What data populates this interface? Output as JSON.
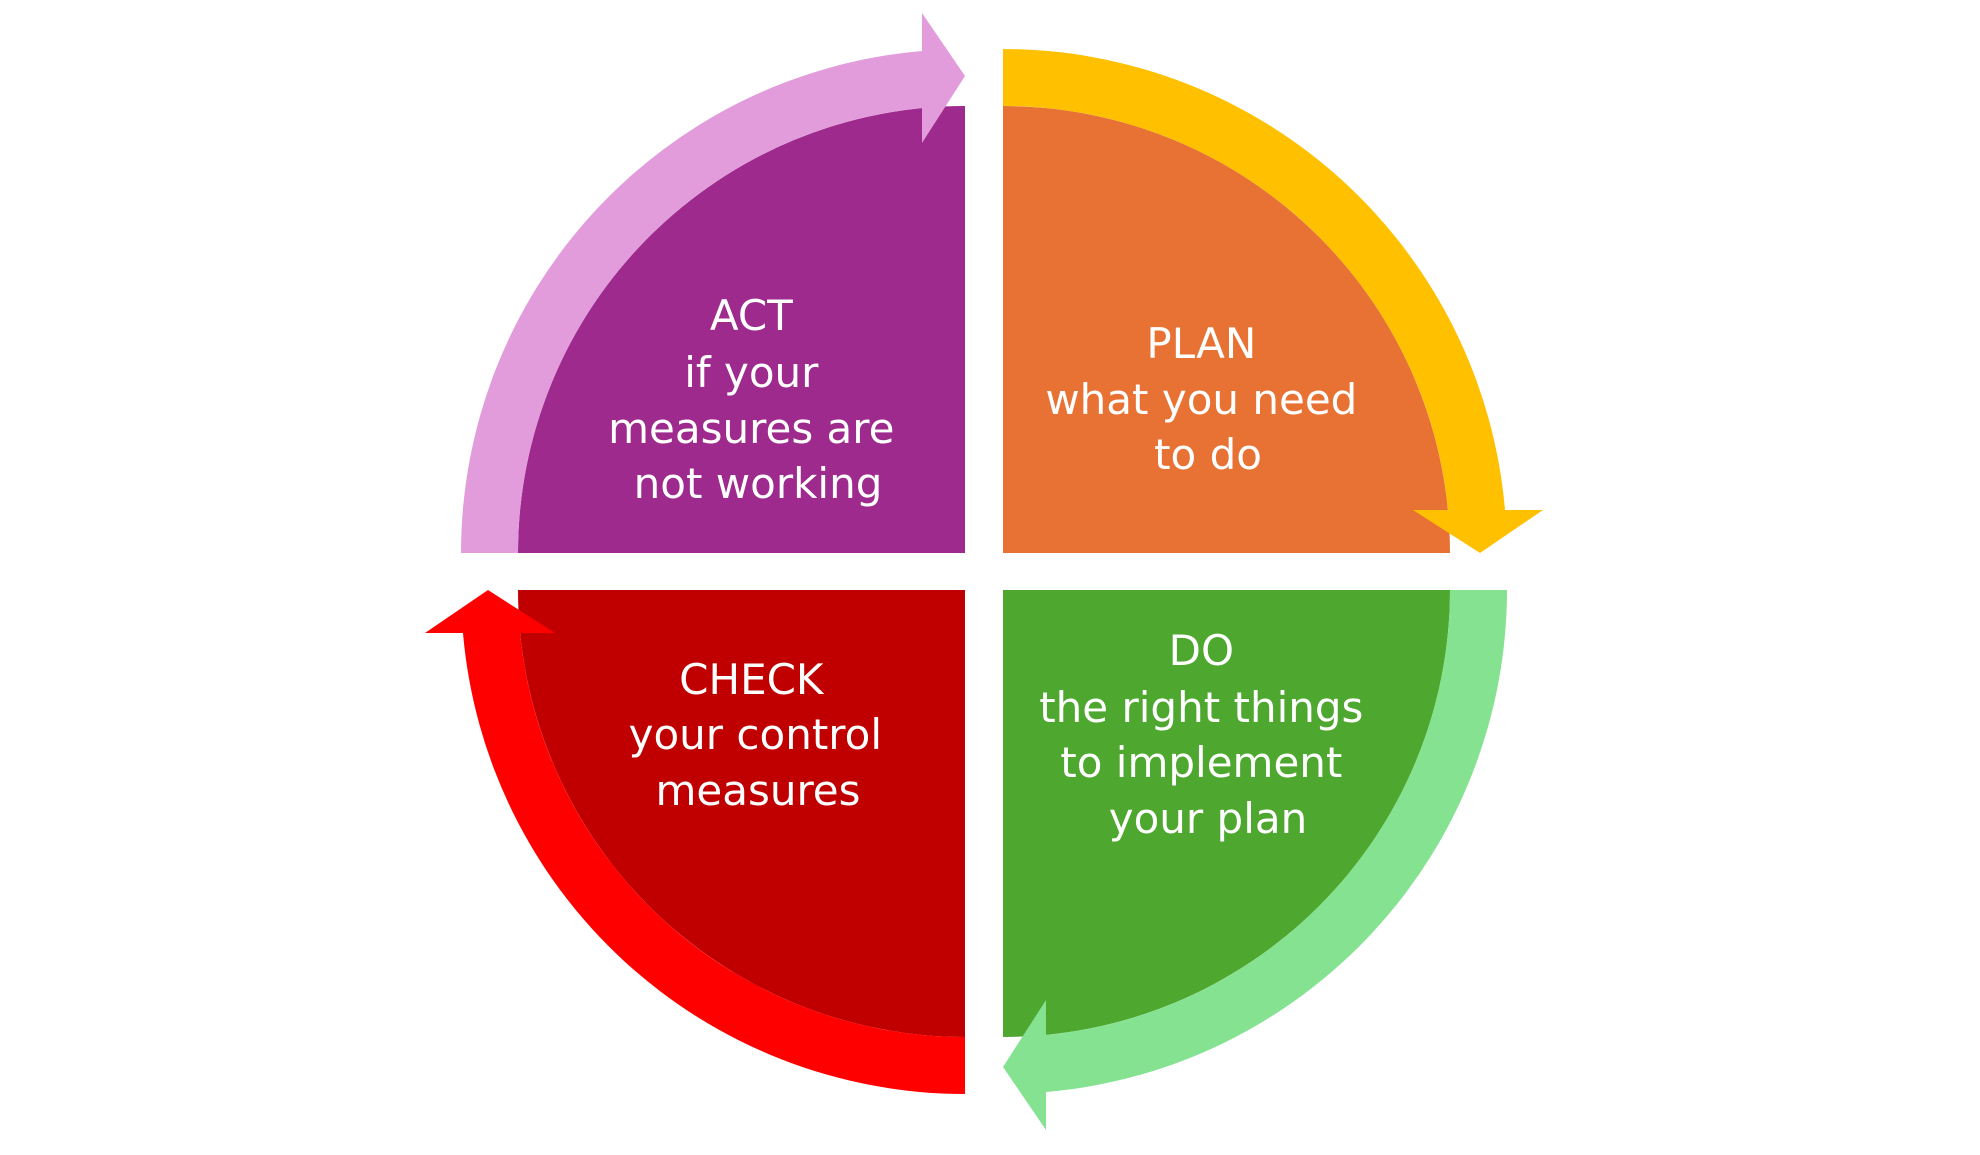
{
  "diagram": {
    "type": "PDCA cycle",
    "quadrants": [
      {
        "id": "plan",
        "title": "PLAN",
        "lines": [
          "what you need",
          "to do"
        ],
        "fill": "#E87234",
        "arrow": "#FFC000"
      },
      {
        "id": "do",
        "title": "DO",
        "lines": [
          "the right things",
          "to implement",
          "your plan"
        ],
        "fill": "#4EA72E",
        "arrow": "#84E291"
      },
      {
        "id": "check",
        "title": "CHECK",
        "lines": [
          "your control",
          "measures"
        ],
        "fill": "#C00000",
        "arrow": "#FF0000"
      },
      {
        "id": "act",
        "title": "ACT",
        "lines": [
          "if your",
          "measures are",
          "not working"
        ],
        "fill": "#9E2A8E",
        "arrow": "#E29CDB"
      }
    ]
  }
}
